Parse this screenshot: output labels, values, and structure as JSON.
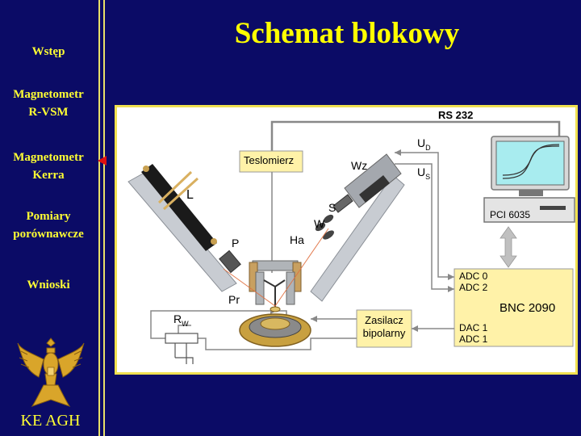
{
  "slide": {
    "title": "Schemat blokowy",
    "footer": "KE AGH"
  },
  "nav": {
    "items": [
      {
        "lines": [
          "Wstęp"
        ]
      },
      {
        "lines": [
          "Magnetometr",
          "R-VSM"
        ]
      },
      {
        "lines": [
          "Magnetometr",
          "Kerra"
        ]
      },
      {
        "lines": [
          "Pomiary",
          "porównawcze"
        ]
      },
      {
        "lines": [
          "Wnioski"
        ]
      }
    ],
    "active_index": 2
  },
  "diagram": {
    "rs232": "RS 232",
    "teslomierz": "Teslomierz",
    "ud": "U",
    "ud_sub": "D",
    "us": "U",
    "us_sub": "S",
    "wz": "Wz",
    "s": "S",
    "w": "W",
    "l": "L",
    "p": "P",
    "ha": "Ha",
    "pr": "Pr",
    "rw": "R",
    "rw_sub": "W",
    "zasilacz_1": "Zasilacz",
    "zasilacz_2": "bipolarny",
    "pci": "PCI 6035",
    "adc0": "ADC 0",
    "adc2": "ADC 2",
    "bnc": "BNC 2090",
    "dac1": "DAC 1",
    "adc1": "ADC 1"
  },
  "colors": {
    "background": "#0b0b66",
    "text": "#ffff33",
    "title": "#ffff00",
    "frame": "#f0e050",
    "bnc_box": "#fff2a8",
    "marker": "#e01010"
  }
}
